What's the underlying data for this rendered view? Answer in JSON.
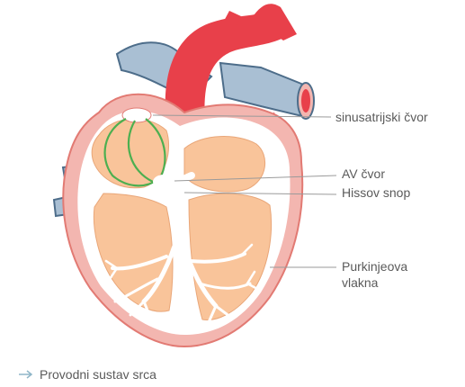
{
  "labels": {
    "sinoatrial": "sinusatrijski čvor",
    "av_node": "AV čvor",
    "his_bundle": "Hissov snop",
    "purkinje_line1": "Purkinjeova",
    "purkinje_line2": "vlakna"
  },
  "legend": {
    "text": "Provodni sustav srca",
    "icon": "arrow-right-icon"
  },
  "colors": {
    "artery_red": "#e8404a",
    "vein_blue": "#a9bfd3",
    "vein_dark": "#4d6d8a",
    "wall_pink": "#f3b6b0",
    "wall_outline": "#e27a73",
    "chamber": "#f9c49a",
    "conduction": "#ffffff",
    "sa_ring": "#4caf50",
    "label_text": "#5a5a5a",
    "leader_line": "#9a9a9a",
    "legend_arrow": "#8fb6c8"
  }
}
